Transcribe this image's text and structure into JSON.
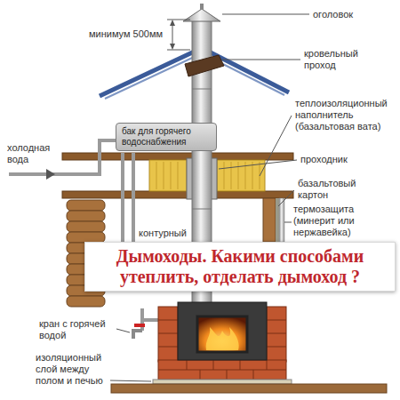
{
  "diagram": {
    "title": "Дымоходы. Какими способами утеплить, отделать дымоход ?",
    "nodes": [
      {
        "text": [
          "бак для горячего водоснабжения"
        ]
      }
    ],
    "labels": [
      "оголовок",
      "минимум 500мм",
      "кровельный проход",
      "теплоизоляционный наполнитель (базальтовая вата)",
      "проходник",
      "базальтовый картон",
      "термозащита (минерит или нержавейка)",
      "холодная вода",
      "контурный",
      "кран с горячей водой",
      "изоляционный слой между полом и печью"
    ]
  }
}
